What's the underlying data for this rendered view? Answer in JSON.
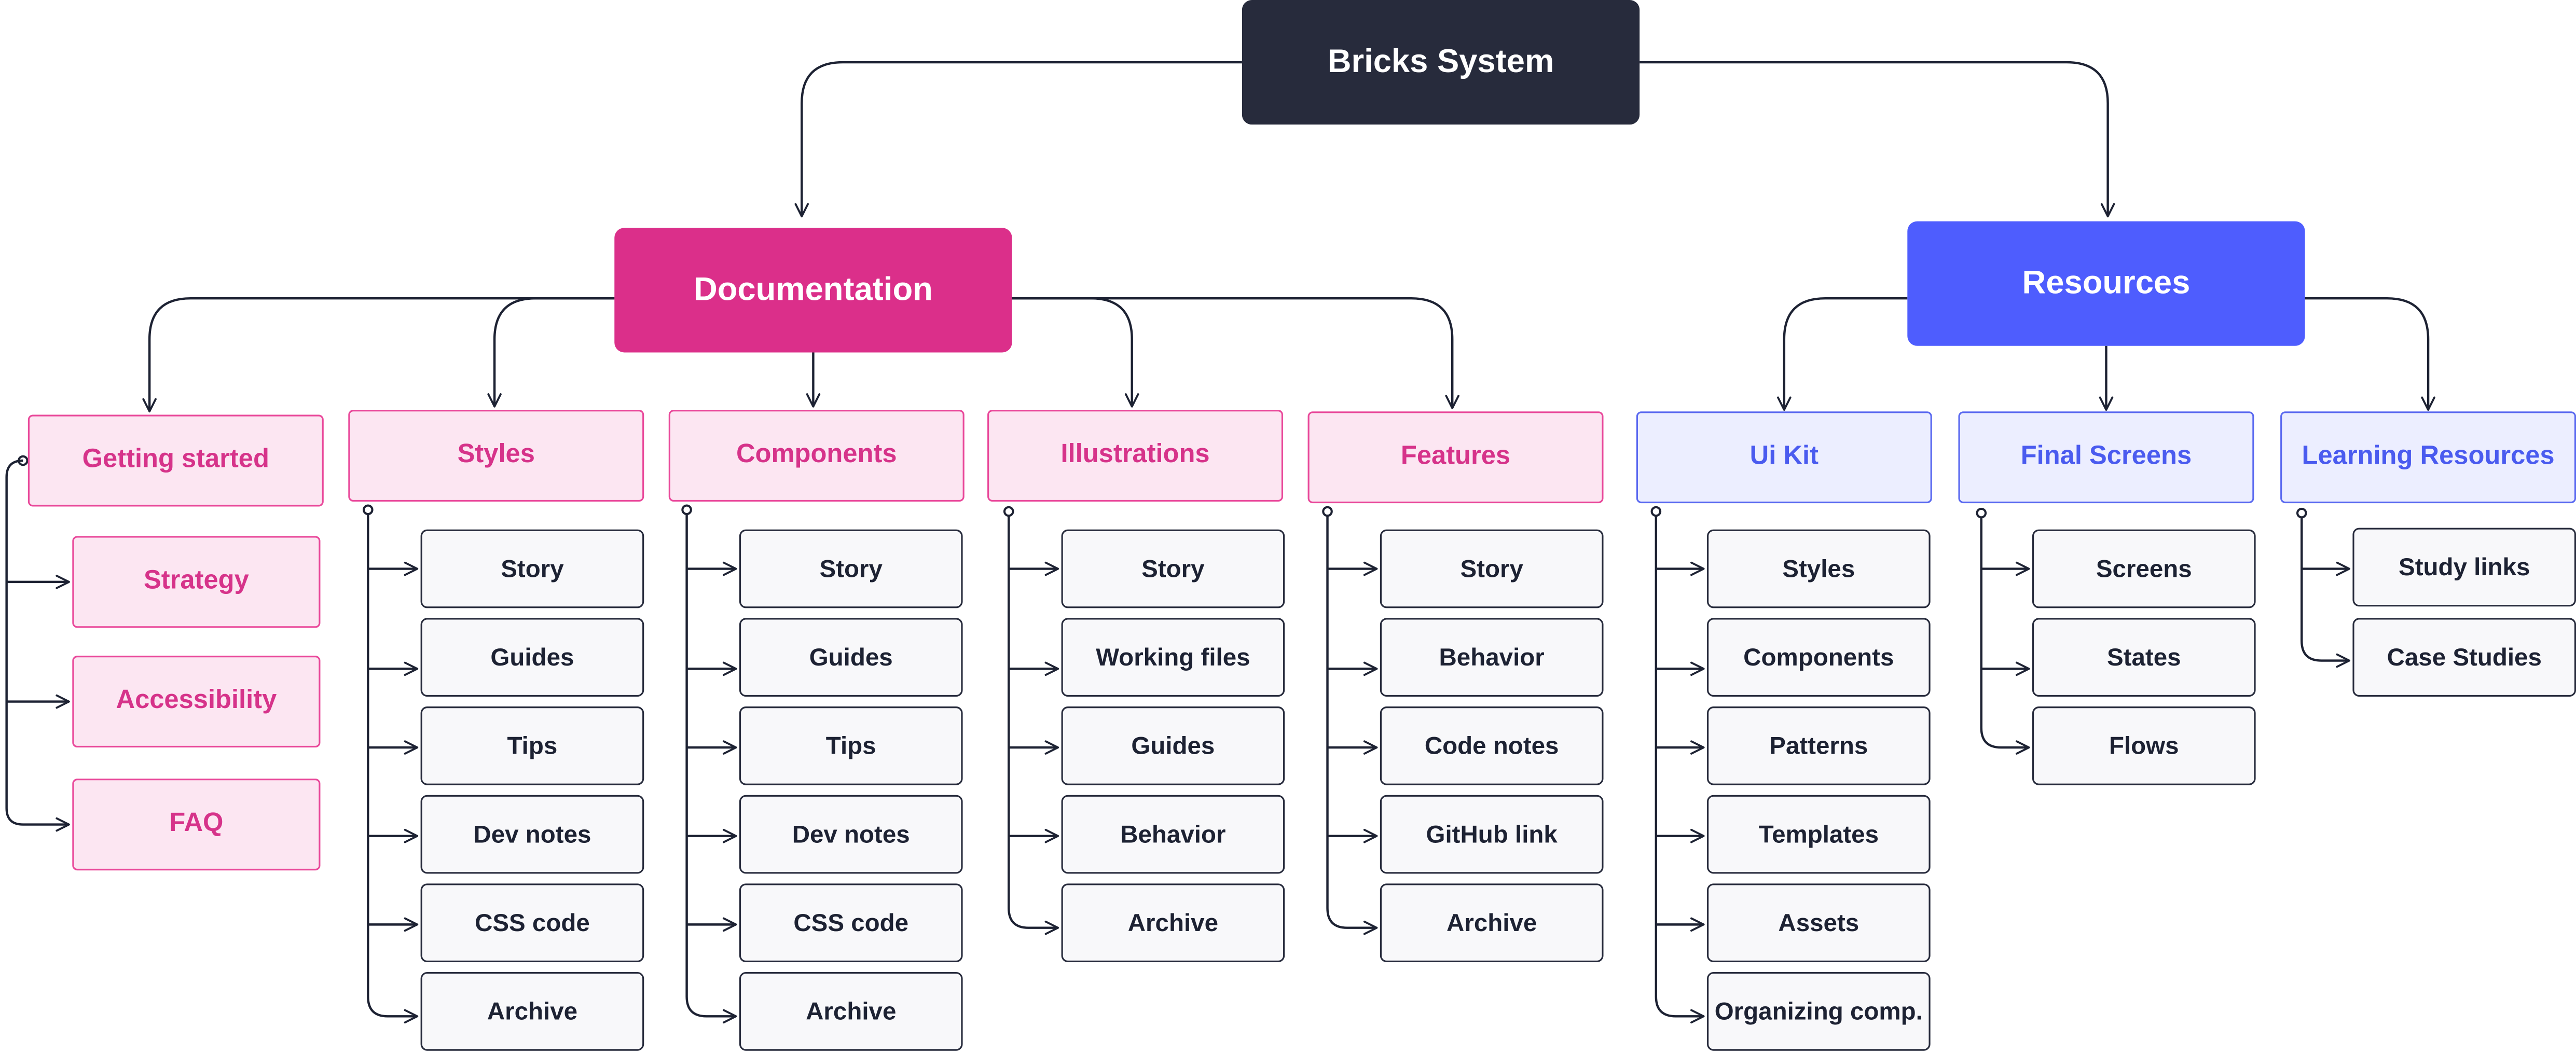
{
  "colors": {
    "root_bg": "#272B3C",
    "documentation_bg": "#DB2F8A",
    "resources_bg": "#4E5DFE",
    "doc_category_bg": "#FCE6F2",
    "doc_category_text": "#D6338A",
    "res_category_bg": "#ECEEFF",
    "res_category_text": "#4A5BEF",
    "leaf_bg": "#F8F8FA",
    "connector": "#1D2233"
  },
  "root": {
    "label": "Bricks System"
  },
  "documentation": {
    "label": "Documentation",
    "getting_started": {
      "label": "Getting started",
      "items": [
        "Strategy",
        "Accessibility",
        "FAQ"
      ]
    },
    "styles": {
      "label": "Styles",
      "items": [
        "Story",
        "Guides",
        "Tips",
        "Dev notes",
        "CSS code",
        "Archive"
      ]
    },
    "components": {
      "label": "Components",
      "items": [
        "Story",
        "Guides",
        "Tips",
        "Dev notes",
        "CSS code",
        "Archive"
      ]
    },
    "illustrations": {
      "label": "Illustrations",
      "items": [
        "Story",
        "Working files",
        "Guides",
        "Behavior",
        "Archive"
      ]
    },
    "features": {
      "label": "Features",
      "items": [
        "Story",
        "Behavior",
        "Code notes",
        "GitHub link",
        "Archive"
      ]
    }
  },
  "resources": {
    "label": "Resources",
    "ui_kit": {
      "label": "Ui Kit",
      "items": [
        "Styles",
        "Components",
        "Patterns",
        "Templates",
        "Assets",
        "Organizing comp."
      ]
    },
    "final_screens": {
      "label": "Final Screens",
      "items": [
        "Screens",
        "States",
        "Flows"
      ]
    },
    "learning_resources": {
      "label": "Learning Resources",
      "items": [
        "Study links",
        "Case Studies"
      ]
    }
  }
}
